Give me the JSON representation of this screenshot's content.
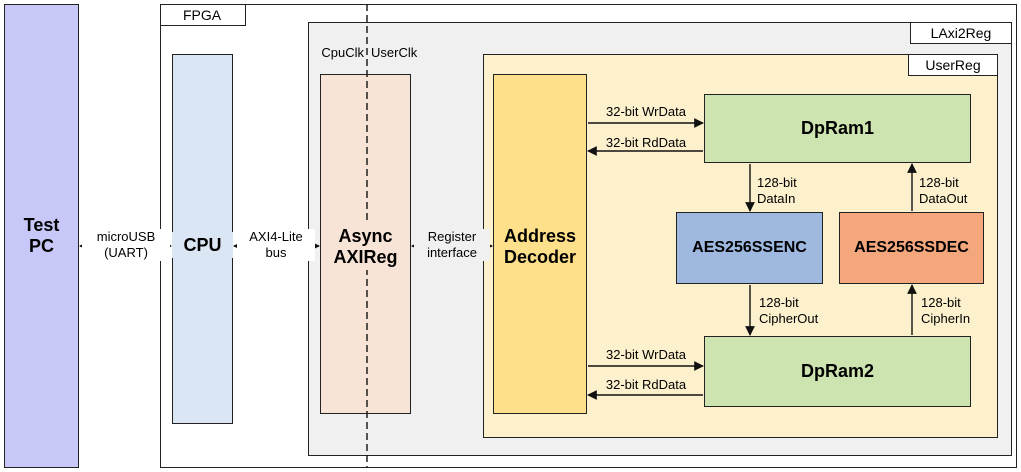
{
  "blocks": {
    "test_pc": "Test\nPC",
    "fpga": "FPGA",
    "cpu": "CPU",
    "laxi2reg": "LAxi2Reg",
    "userreg": "UserReg",
    "async_axireg": "Async\nAXIReg",
    "address_decoder": "Address\nDecoder",
    "dpram1": "DpRam1",
    "dpram2": "DpRam2",
    "aes_enc": "AES256SSENC",
    "aes_dec": "AES256SSDEC"
  },
  "clocks": {
    "cpu_clk": "CpuClk",
    "user_clk": "UserClk"
  },
  "links": {
    "microusb": "microUSB\n(UART)",
    "axi4_lite": "AXI4-Lite\nbus",
    "register_interface": "Register\ninterface",
    "wrdata_1": "32-bit WrData",
    "rddata_1": "32-bit RdData",
    "wrdata_2": "32-bit WrData",
    "rddata_2": "32-bit RdData",
    "datain": "128-bit\nDataIn",
    "dataout": "128-bit\nDataOut",
    "cipherout": "128-bit\nCipherOut",
    "cipherin": "128-bit\nCipherIn"
  },
  "colors": {
    "test_pc": "#c8c8f8",
    "cpu": "#dbe6f4",
    "async_axireg": "#f8e4d6",
    "laxi2reg_bg": "#f0f0f0",
    "userreg_bg": "#fdf0cc",
    "address_decoder": "#ffe08a",
    "dpram": "#cde3b0",
    "aes_enc": "#9eb8e0",
    "aes_dec": "#f4a77c"
  }
}
